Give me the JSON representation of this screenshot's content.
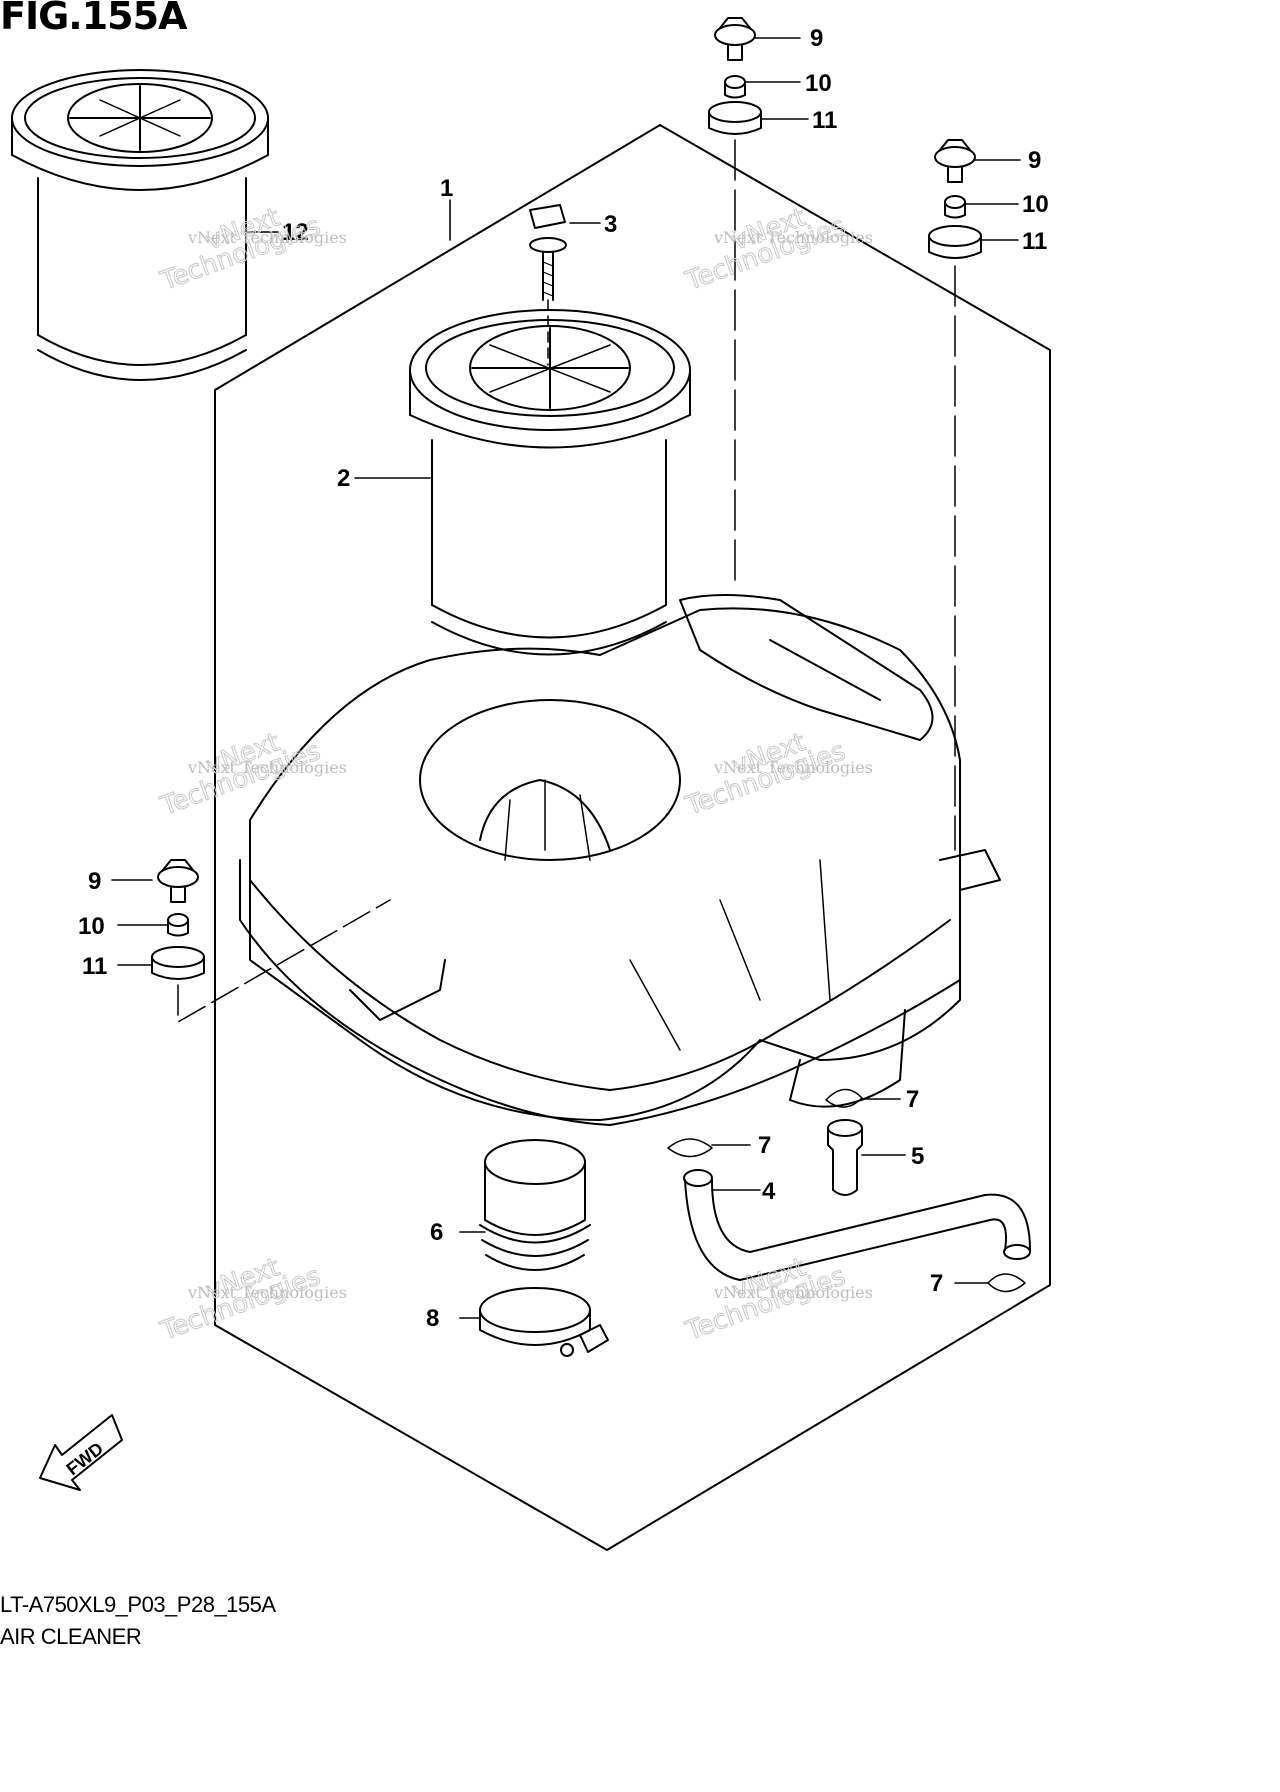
{
  "figure": {
    "title": "FIG.155A",
    "code": "LT-A750XL9_P03_P28_155A",
    "name": "AIR CLEANER"
  },
  "callouts": [
    "1",
    "2",
    "3",
    "4",
    "5",
    "6",
    "7",
    "8",
    "9",
    "10",
    "11",
    "12"
  ],
  "watermark": {
    "line1": "vNext Technologies",
    "line2": "Technologies",
    "line3": "vNext"
  },
  "direction_marker": "FWD"
}
